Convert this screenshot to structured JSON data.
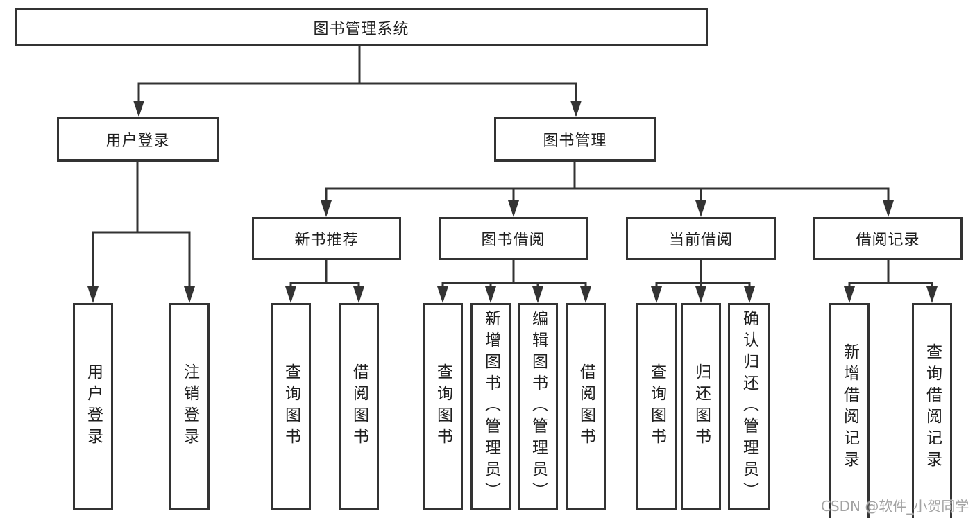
{
  "diagram": {
    "root": {
      "label": "图书管理系统"
    },
    "level2": [
      {
        "id": "user-login",
        "label": "用户登录",
        "children": [
          "用户登录",
          "注销登录"
        ]
      },
      {
        "id": "book-management",
        "label": "图书管理"
      }
    ],
    "level3": [
      {
        "id": "new-book-recommend",
        "label": "新书推荐",
        "children": [
          "查询图书",
          "借阅图书"
        ]
      },
      {
        "id": "book-borrowing",
        "label": "图书借阅",
        "children": [
          "查询图书",
          "新增图书（管理员）",
          "编辑图书（管理员）",
          "借阅图书"
        ]
      },
      {
        "id": "current-borrowing",
        "label": "当前借阅",
        "children": [
          "查询图书",
          "归还图书",
          "确认归还（管理员）"
        ]
      },
      {
        "id": "borrowing-records",
        "label": "借阅记录",
        "children": [
          "新增借阅记录",
          "查询借阅记录"
        ]
      }
    ]
  },
  "watermark": {
    "text": "CSDN @软件_小贺同学"
  },
  "colors": {
    "line": "#333333",
    "border": "#333333",
    "text": "#1f1f1f",
    "background": "#ffffff",
    "watermark": "#a3a3a3"
  }
}
